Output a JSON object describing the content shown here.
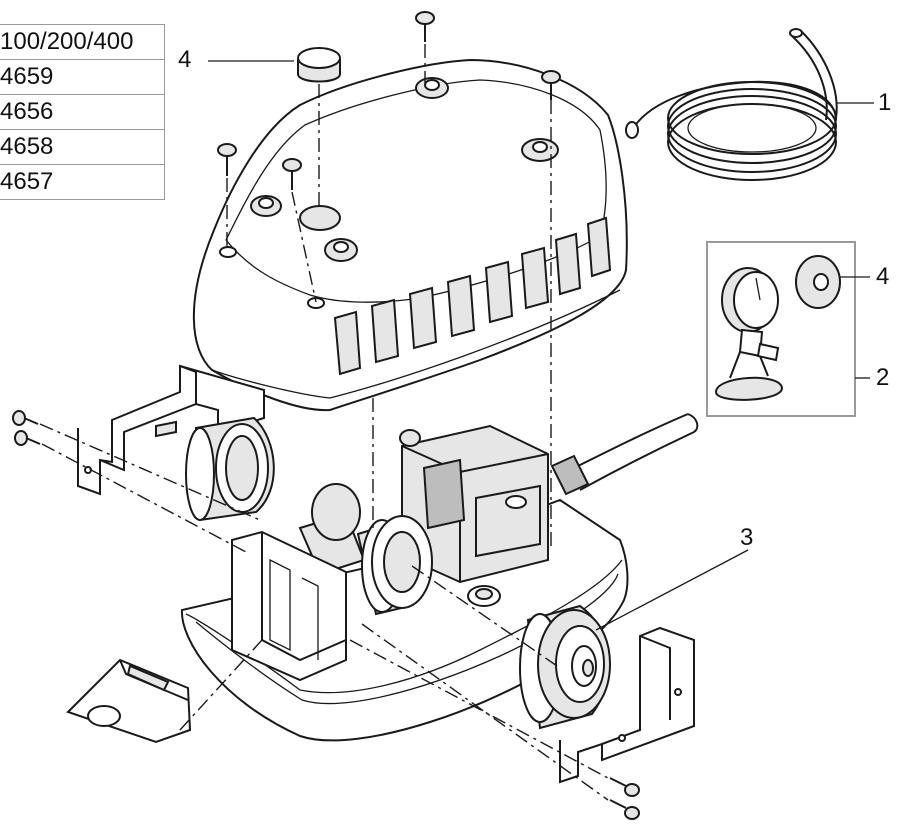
{
  "parts_table": {
    "rows": [
      "100/200/400",
      "4659",
      "4656",
      "4658",
      "4657"
    ]
  },
  "callouts": {
    "c1": "1",
    "c2": "2",
    "c3": "3",
    "c4_top": "4",
    "c4_right": "4"
  }
}
